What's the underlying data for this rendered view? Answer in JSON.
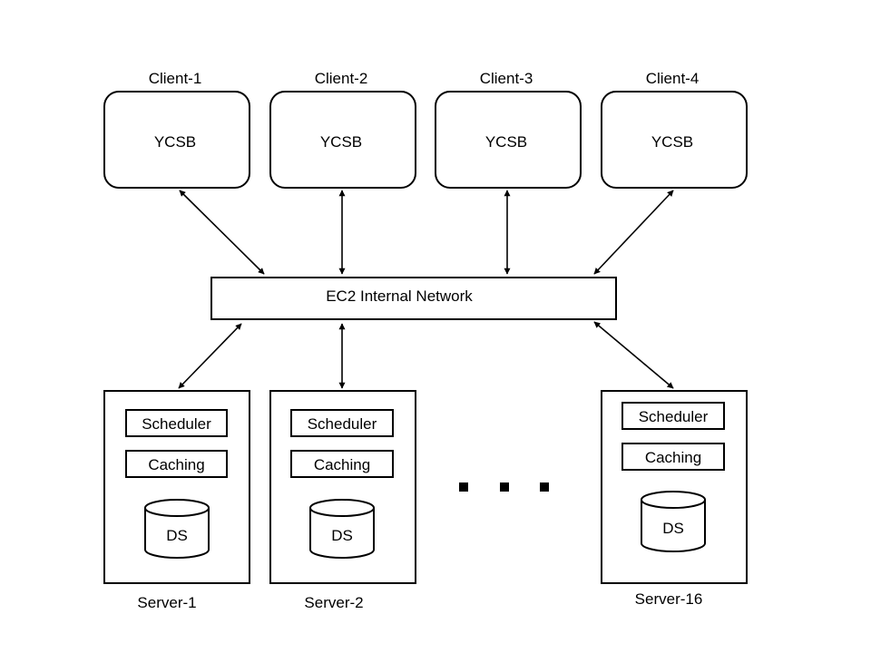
{
  "network": {
    "label": "EC2 Internal Network"
  },
  "clients": [
    {
      "name": "Client-1",
      "app": "YCSB"
    },
    {
      "name": "Client-2",
      "app": "YCSB"
    },
    {
      "name": "Client-3",
      "app": "YCSB"
    },
    {
      "name": "Client-4",
      "app": "YCSB"
    }
  ],
  "servers": [
    {
      "name": "Server-1",
      "scheduler": "Scheduler",
      "caching": "Caching",
      "store": "DS"
    },
    {
      "name": "Server-2",
      "scheduler": "Scheduler",
      "caching": "Caching",
      "store": "DS"
    },
    {
      "name": "Server-16",
      "scheduler": "Scheduler",
      "caching": "Caching",
      "store": "DS"
    }
  ]
}
